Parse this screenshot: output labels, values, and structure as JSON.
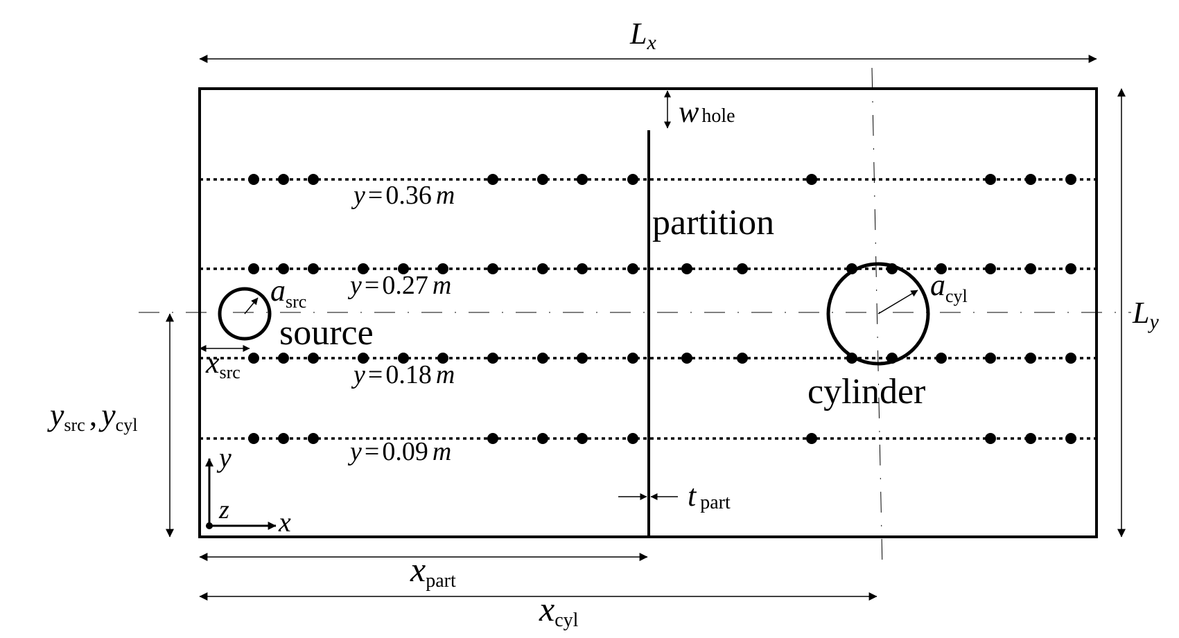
{
  "colors": {
    "ink": "#000000",
    "background": "#ffffff"
  },
  "labels": {
    "Lx": {
      "main": "L",
      "sub": "x"
    },
    "Ly": {
      "main": "L",
      "sub": "y"
    },
    "w_hole": {
      "main": "w",
      "sub": "hole"
    },
    "partition": "partition",
    "source": "source",
    "cylinder": "cylinder",
    "a_src": {
      "main": "a",
      "sub": "src"
    },
    "a_cyl": {
      "main": "a",
      "sub": "cyl"
    },
    "x_src": {
      "main": "x",
      "sub": "src"
    },
    "y_src_cyl": {
      "main1": "y",
      "sub1": "src",
      "sep": ",",
      "main2": "y",
      "sub2": "cyl"
    },
    "x_part": {
      "main": "x",
      "sub": "part"
    },
    "x_cyl": {
      "main": "x",
      "sub": "cyl"
    },
    "t_part": {
      "main": "t",
      "sub": "part"
    },
    "axis_y": "y",
    "axis_z": "z",
    "axis_x": "x"
  },
  "probe_lines": [
    {
      "var": "y",
      "eq": "=",
      "value": "0.36",
      "unit": "m"
    },
    {
      "var": "y",
      "eq": "=",
      "value": "0.27",
      "unit": "m"
    },
    {
      "var": "y",
      "eq": "=",
      "value": "0.18",
      "unit": "m"
    },
    {
      "var": "y",
      "eq": "=",
      "value": "0.09",
      "unit": "m"
    }
  ]
}
